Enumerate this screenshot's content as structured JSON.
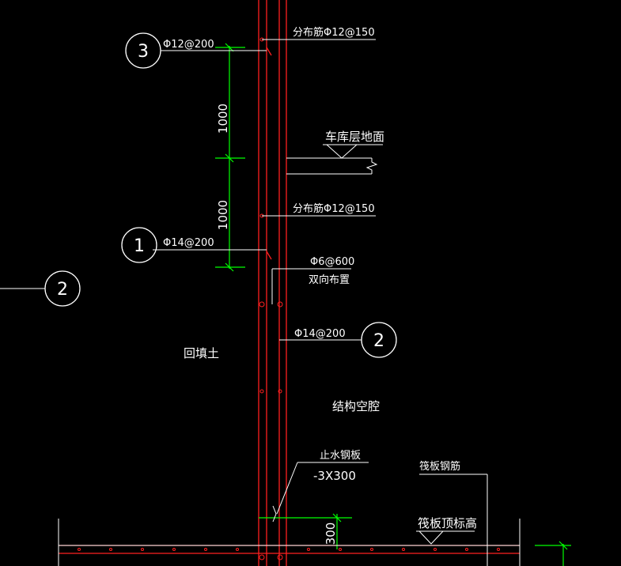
{
  "labels": {
    "dist_bar_top": "分布筋Φ12@150",
    "dist_bar_mid": "分布筋Φ12@150",
    "rebar_3": "Φ12@200",
    "rebar_1": "Φ14@200",
    "rebar_2_right": "Φ14@200",
    "garage_floor": "车库层地面",
    "tie_bar": "Φ6@600",
    "tie_bar_note": "双向布置",
    "backfill": "回填土",
    "cavity": "结构空腔",
    "waterstop": "止水钢板",
    "waterstop_size": "-3X300",
    "raft_rebar": "筏板钢筋",
    "raft_top_elev": "筏板顶标高"
  },
  "dimensions": {
    "dim_upper": "1000",
    "dim_lower": "1000",
    "dim_bottom": "300"
  },
  "tags": {
    "tag_3": "3",
    "tag_1": "1",
    "tag_2_left": "2",
    "tag_2_right": "2"
  },
  "colors": {
    "background": "#000000",
    "red": "#ff2020",
    "white": "#ffffff",
    "green": "#00ff00"
  }
}
